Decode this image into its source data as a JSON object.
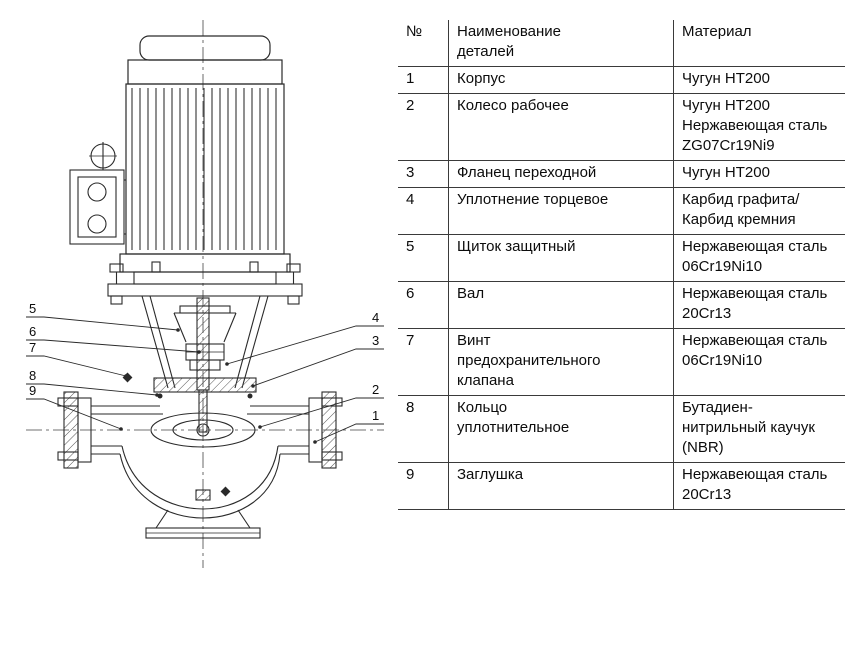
{
  "diagram": {
    "callouts": {
      "left": [
        "5",
        "6",
        "7",
        "8",
        "9"
      ],
      "right": [
        "4",
        "3",
        "2",
        "1"
      ]
    }
  },
  "table": {
    "headers": {
      "num": "№",
      "name": "Наименование\nдеталей",
      "material": "Материал"
    },
    "rows": [
      {
        "num": "1",
        "name": "Корпус",
        "material": "Чугун HT200"
      },
      {
        "num": "2",
        "name": "Колесо рабочее",
        "material": "Чугун HT200\nНержавеющая сталь\nZG07Cr19Ni9"
      },
      {
        "num": "3",
        "name": "Фланец переходной",
        "material": "Чугун HT200"
      },
      {
        "num": "4",
        "name": "Уплотнение торцевое",
        "material": "Карбид графита/\nКарбид кремния"
      },
      {
        "num": "5",
        "name": "Щиток защитный",
        "material": "Нержавеющая сталь\n06Cr19Ni10"
      },
      {
        "num": "6",
        "name": "Вал",
        "material": "Нержавеющая сталь\n20Cr13"
      },
      {
        "num": "7",
        "name": "Винт\nпредохранительного\nклапана",
        "material": "Нержавеющая сталь\n06Cr19Ni10"
      },
      {
        "num": "8",
        "name": "Кольцо\nуплотнительное",
        "material": "Бутадиен-\nнитрильный каучук\n(NBR)"
      },
      {
        "num": "9",
        "name": "Заглушка",
        "material": "Нержавеющая сталь\n20Cr13"
      }
    ]
  }
}
